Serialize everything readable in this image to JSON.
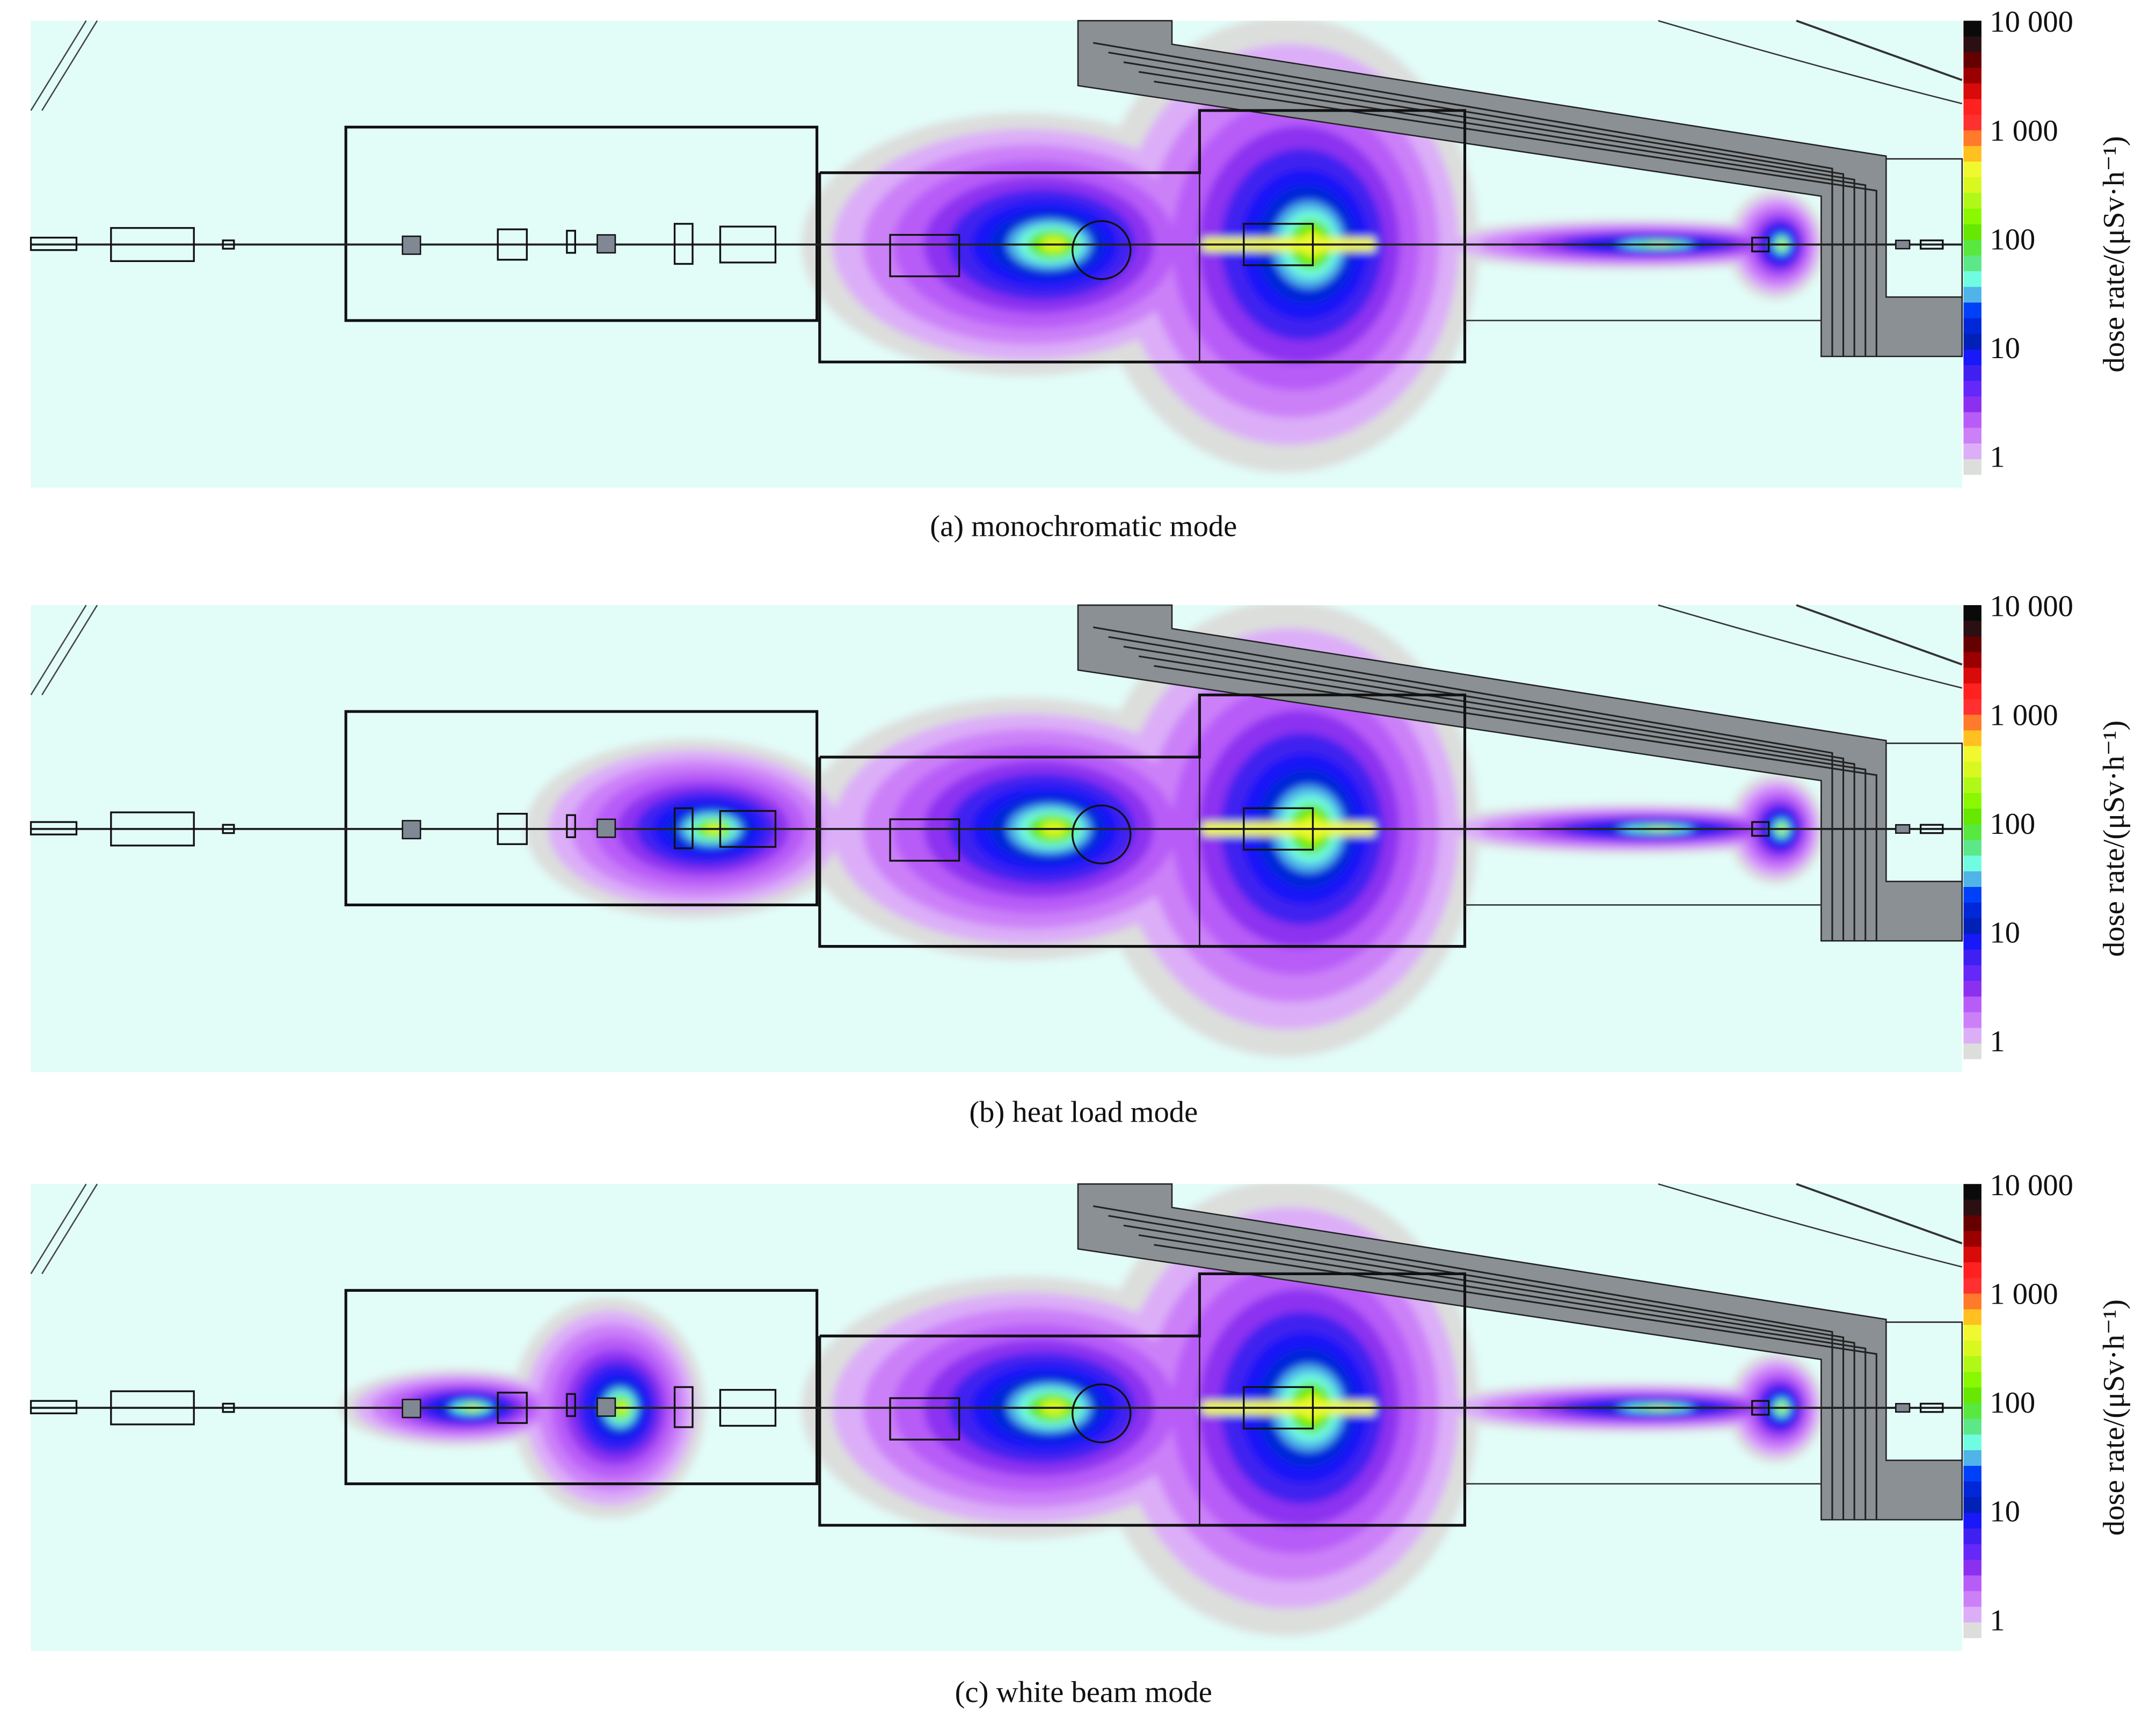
{
  "chart_data": {
    "type": "heatmap",
    "title": "",
    "panels": [
      {
        "id": "a",
        "caption": "(a) monochromatic mode",
        "mode": "monochromatic"
      },
      {
        "id": "b",
        "caption": "(b) heat load mode",
        "mode": "heat load"
      },
      {
        "id": "c",
        "caption": "(c) white beam mode",
        "mode": "white beam"
      }
    ],
    "colorbar": {
      "label": "dose rate/(μSv·h⁻¹)",
      "scale": "log",
      "range": [
        0.5,
        10000
      ],
      "ticks": [
        {
          "value": 10000,
          "label": "10 000"
        },
        {
          "value": 1000,
          "label": "1 000"
        },
        {
          "value": 100,
          "label": "100"
        },
        {
          "value": 10,
          "label": "10"
        },
        {
          "value": 1,
          "label": "1"
        }
      ],
      "colors": [
        "#0a0a0a",
        "#2a1012",
        "#650000",
        "#9a0000",
        "#d80a0a",
        "#ff2020",
        "#ff3030",
        "#ff7a2a",
        "#ffc020",
        "#f0f830",
        "#d8f820",
        "#b0f818",
        "#8af800",
        "#66e800",
        "#58e840",
        "#5ce888",
        "#70fce0",
        "#50b4e8",
        "#0040f8",
        "#0028d8",
        "#0020b8",
        "#1818f8",
        "#4020f0",
        "#6428f8",
        "#8c30f0",
        "#b85cf8",
        "#cc80f8",
        "#dcaef8",
        "#dcdedc",
        "#ffffff"
      ]
    }
  }
}
